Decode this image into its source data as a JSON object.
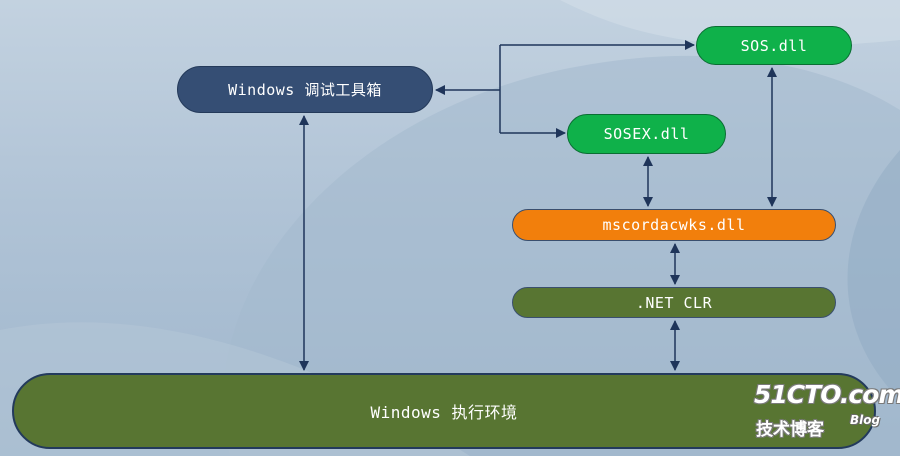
{
  "nodes": {
    "toolbox": "Windows 调试工具箱",
    "sos": "SOS.dll",
    "sosex": "SOSEX.dll",
    "mscordacwks": "mscordacwks.dll",
    "clr": ".NET CLR",
    "exec_env": "Windows 执行环境"
  },
  "watermark": {
    "main": "51CTO.com",
    "sub": "技术博客",
    "blog": "Blog"
  },
  "colors": {
    "toolbox": "#354e74",
    "dll_green": "#0fb14a",
    "mscordacwks": "#f27f0c",
    "olive": "#587532",
    "arrow": "#1f355a"
  },
  "edges": [
    {
      "from": "toolbox",
      "to": "sos",
      "direction": "bidirectional"
    },
    {
      "from": "toolbox",
      "to": "sosex",
      "direction": "bidirectional"
    },
    {
      "from": "sos",
      "to": "mscordacwks",
      "direction": "bidirectional"
    },
    {
      "from": "sosex",
      "to": "mscordacwks",
      "direction": "bidirectional"
    },
    {
      "from": "mscordacwks",
      "to": "clr",
      "direction": "bidirectional"
    },
    {
      "from": "clr",
      "to": "exec_env",
      "direction": "bidirectional"
    },
    {
      "from": "toolbox",
      "to": "exec_env",
      "direction": "bidirectional"
    }
  ]
}
